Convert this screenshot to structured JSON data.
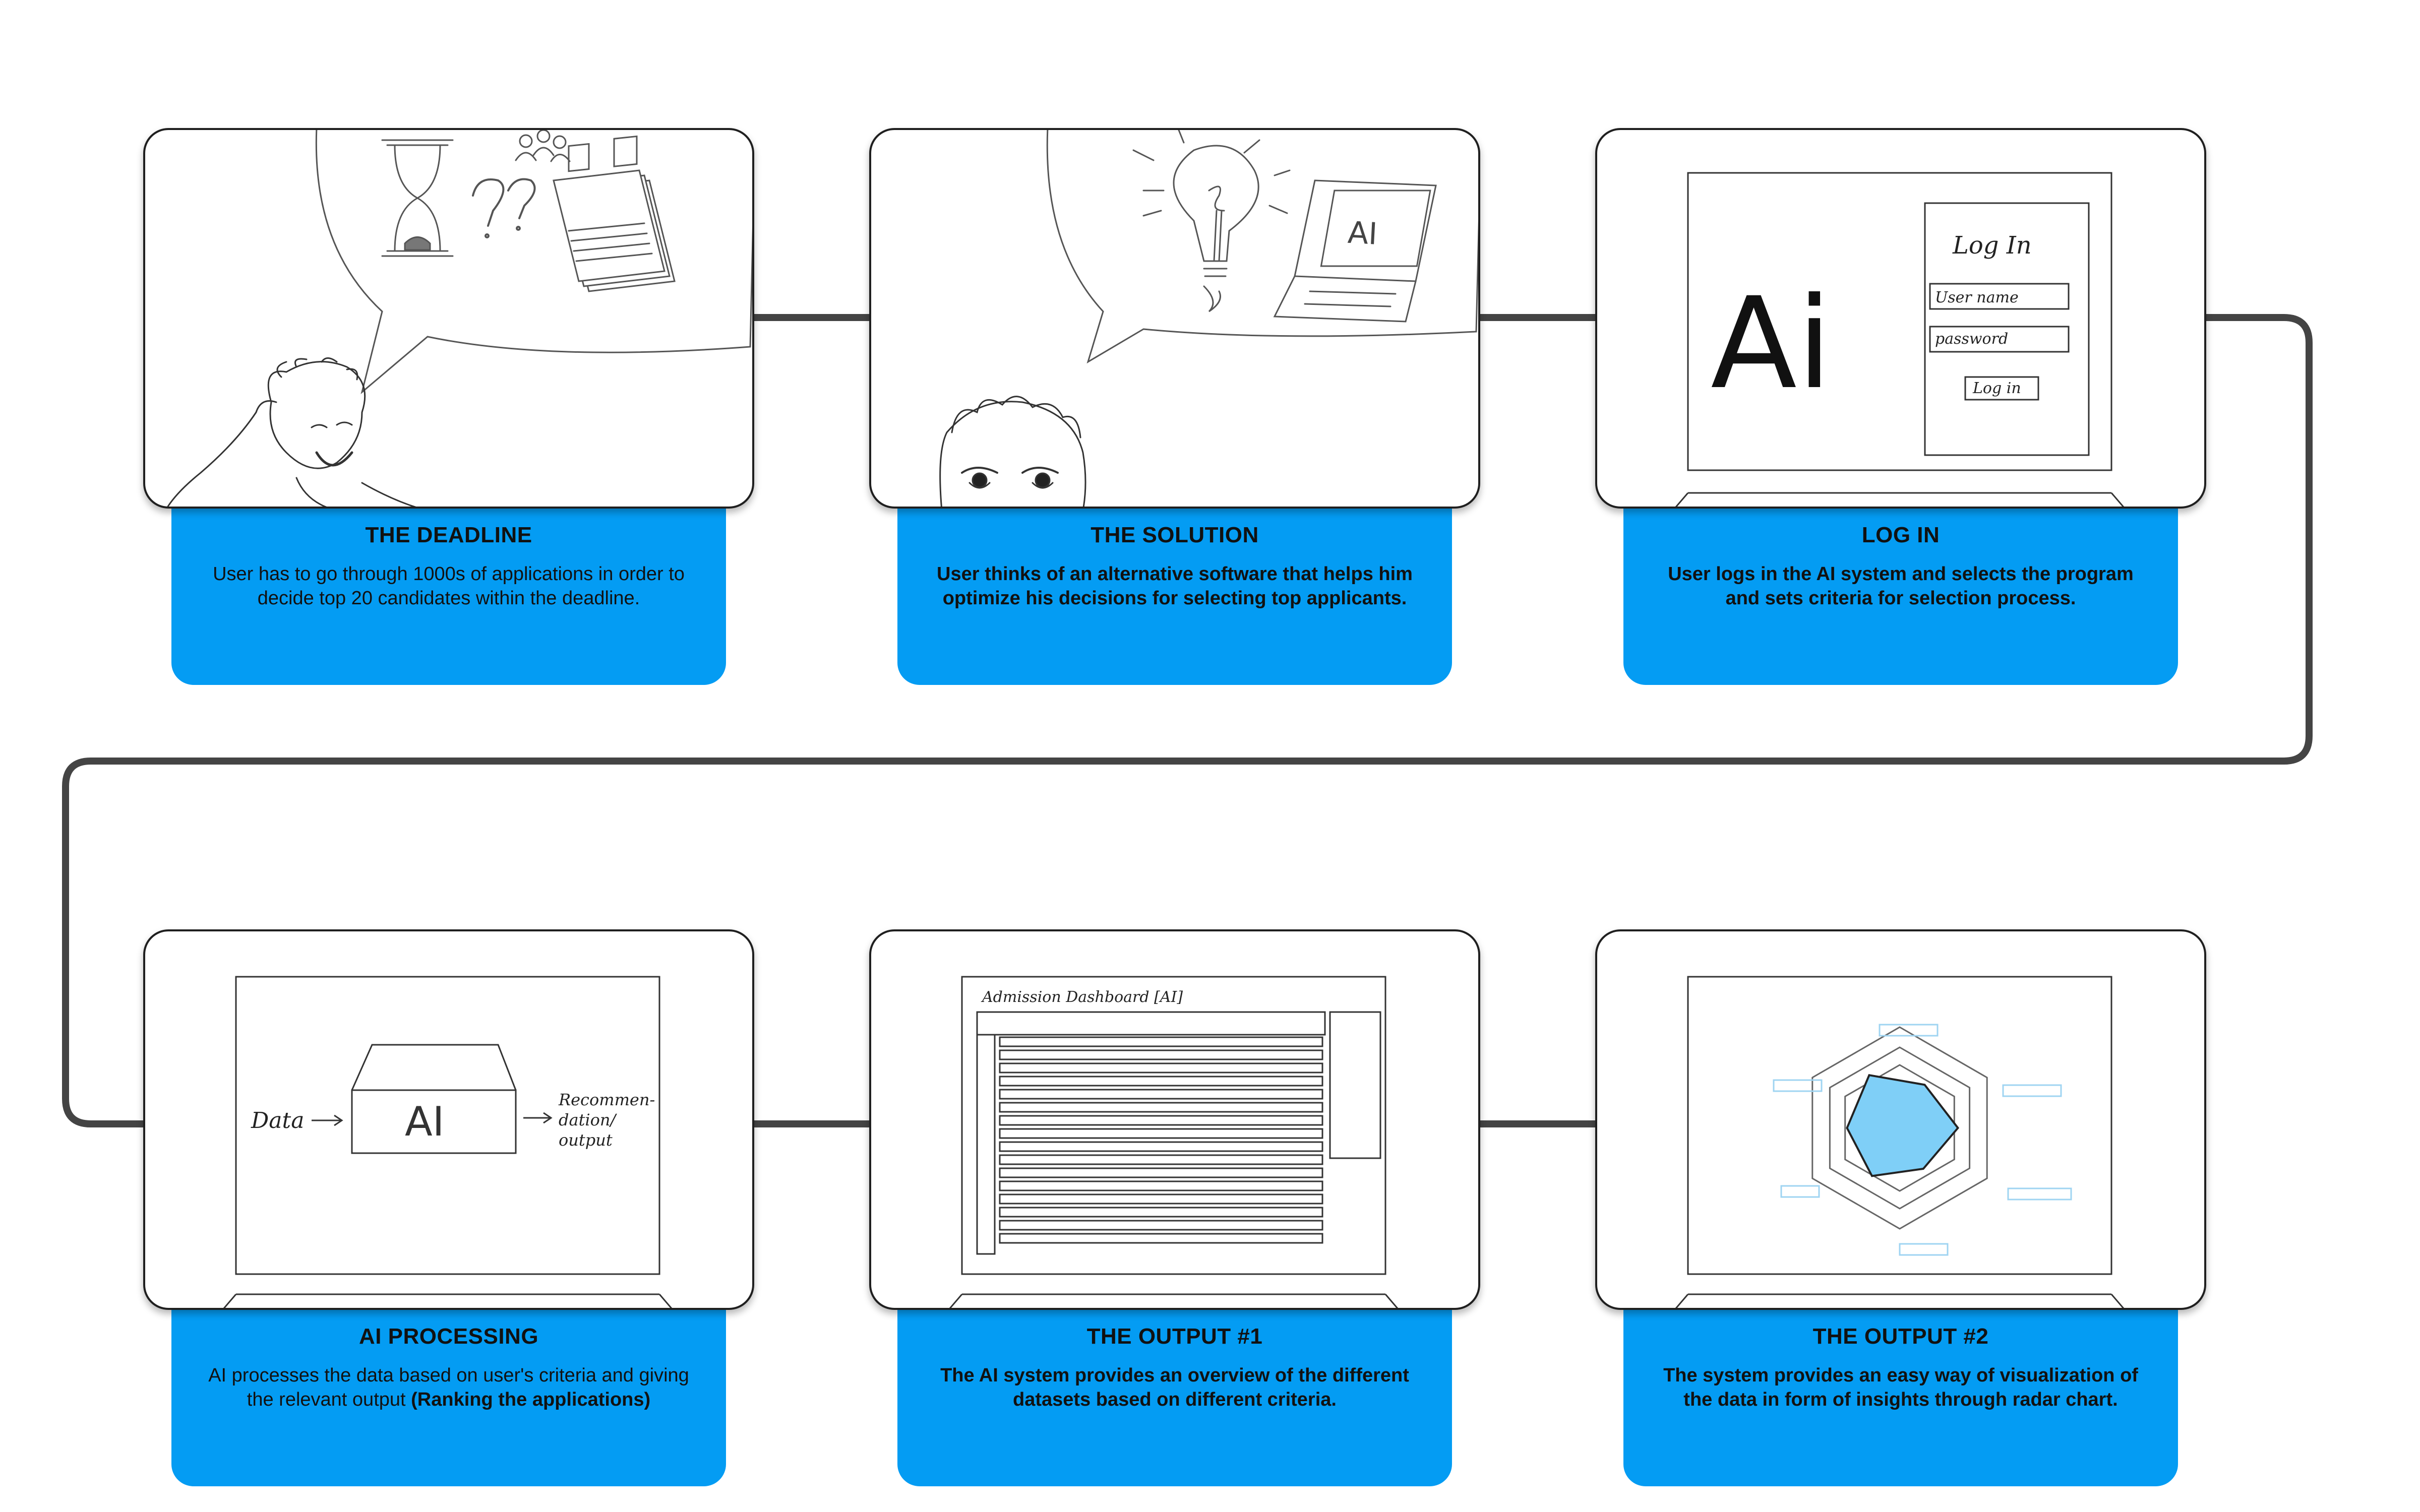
{
  "steps": [
    {
      "title": "THE DEADLINE",
      "desc": "User has to go through 1000s of applications in order to decide top 20 candidates within the deadline."
    },
    {
      "title": "THE SOLUTION",
      "desc": "User thinks of an alternative software that helps him optimize his decisions for selecting top applicants.",
      "sketch_label": "AI"
    },
    {
      "title": "LOG IN",
      "desc_pre": "User logs in the ",
      "desc_bold": "AI system",
      "desc_post": " and selects the program and sets criteria for selection process.",
      "sketch": {
        "logo": "Ai",
        "form_title": "Log In",
        "username": "User name",
        "password": "password",
        "button": "Log in"
      }
    },
    {
      "title": "AI PROCESSING",
      "desc_pre": "AI processes the data based on user's criteria and giving the relevant output ",
      "desc_bold": "(Ranking the applications)",
      "sketch": {
        "input": "Data",
        "box": "AI",
        "output_line1": "Recommen-",
        "output_line2": "dation/",
        "output_line3": "output"
      }
    },
    {
      "title": "THE OUTPUT #1",
      "desc": "The AI system provides an overview of the different datasets based on different criteria.",
      "sketch": {
        "dashboard_title": "Admission Dashboard [AI]"
      }
    },
    {
      "title": "THE OUTPUT #2",
      "desc": "The system provides an easy way of visualization of the data in form of insights through radar chart.",
      "sketch": {
        "radar_value": 0.55
      }
    }
  ],
  "colors": {
    "caption_bg": "#049cf3",
    "connector": "#444444",
    "radar_fill": "#7fcff7"
  },
  "icons": [
    "hourglass-icon",
    "question-mark-icon",
    "document-stack-icon",
    "people-icon",
    "lightbulb-icon",
    "laptop-icon"
  ]
}
